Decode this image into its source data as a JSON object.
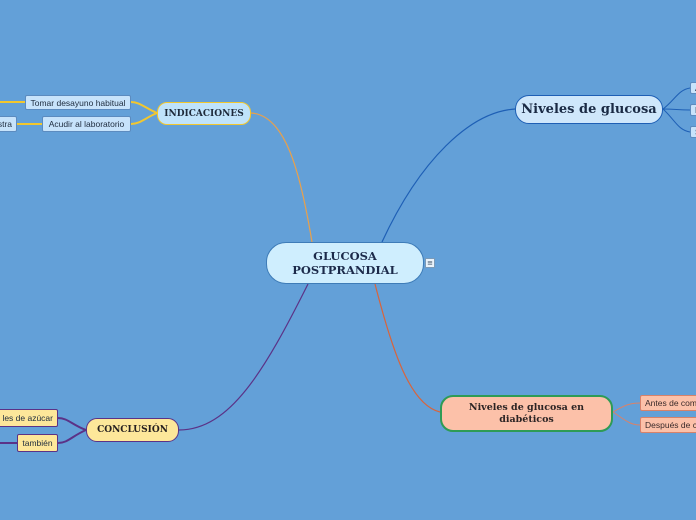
{
  "central": {
    "title": "GLUCOSA POSTPRANDIAL"
  },
  "branches": {
    "niveles": {
      "label": "Niveles de glucosa",
      "color": "#1e5fb5",
      "children": [
        "A",
        "E",
        "S"
      ]
    },
    "diabeticos": {
      "label": "Niveles de glucosa en diabéticos",
      "color": "#d8643c",
      "children": [
        "Antes de com",
        "Después de c"
      ]
    },
    "indicaciones": {
      "label": "INDICACIONES",
      "color": "#e8a04c",
      "children": [
        "Tomar desayuno habitual",
        "Acudir al laboratorio"
      ],
      "grandchildren": [
        "stra"
      ]
    },
    "conclusion": {
      "label": "CONCLUSIÓN",
      "color": "#5b3287",
      "children": [
        "les de azúcar",
        "también"
      ]
    }
  },
  "icons": {
    "note": "notes-icon"
  }
}
